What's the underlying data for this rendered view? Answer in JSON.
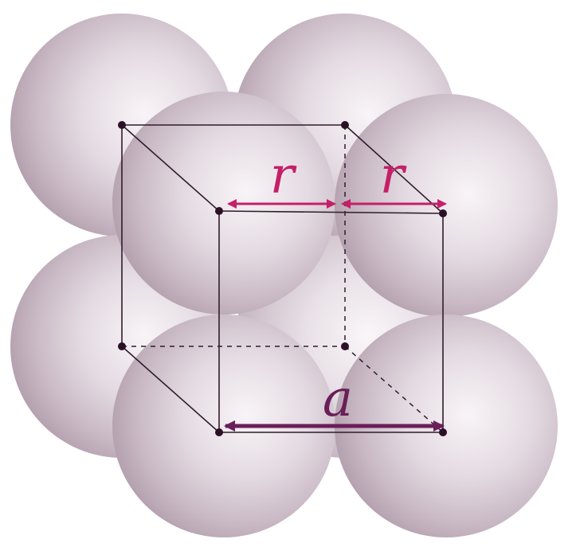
{
  "labels": {
    "radius_left": "r",
    "radius_right": "r",
    "edge_length": "a"
  },
  "colors": {
    "sphere_light": "#f7f3f6",
    "sphere_mid": "#d4c7d0",
    "sphere_dark": "#b4a0ae",
    "cube_line": "#2f1d2b",
    "vertex": "#2b1128",
    "radius_arrow": "#c51f68",
    "edge_arrow": "#6a1f58",
    "label_radius": "#c51f68",
    "label_edge": "#6a1f58"
  }
}
